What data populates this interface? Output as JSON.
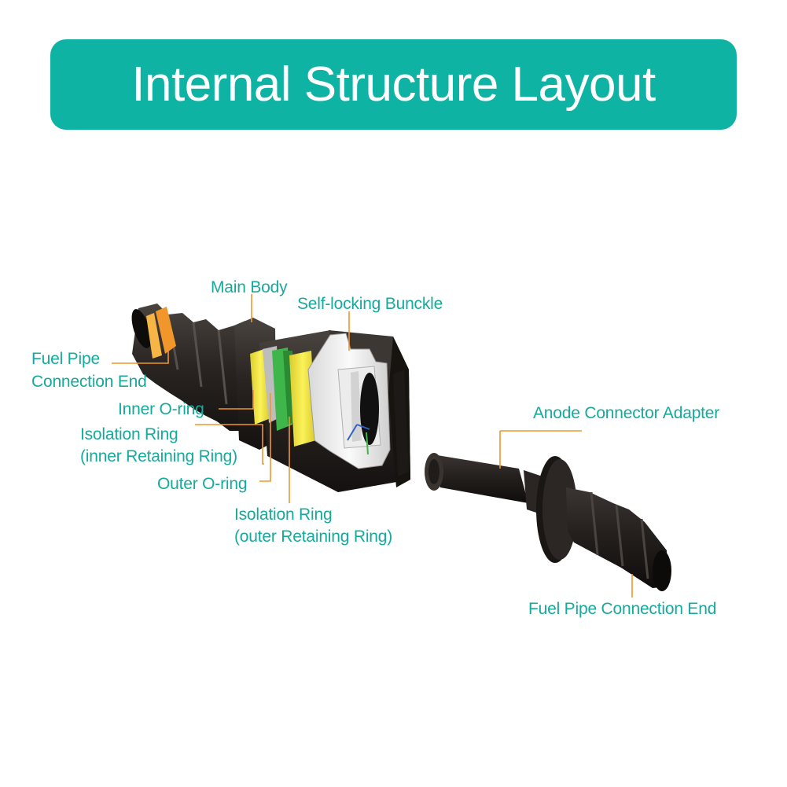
{
  "title": "Internal Structure Layout",
  "colors": {
    "accent": "#0fb3a3",
    "label_text": "#16aa9c",
    "leader_line": "#f0962b",
    "connector_body": "#2a2522",
    "o_ring": "#f4e94a",
    "isolation_ring": "#3fb64a",
    "buckle": "#f2f2f2"
  },
  "labels": {
    "main_body": "Main Body",
    "self_locking_buckle": "Self-locking Bunckle",
    "fuel_pipe_end_left": [
      "Fuel Pipe",
      "Connection End"
    ],
    "inner_o_ring": "Inner O-ring",
    "isolation_ring_inner": [
      "Isolation Ring",
      "(inner Retaining Ring)"
    ],
    "outer_o_ring": "Outer O-ring",
    "isolation_ring_outer": [
      "Isolation Ring",
      "(outer Retaining Ring)"
    ],
    "anode_adapter": "Anode Connector Adapter",
    "fuel_pipe_end_right": "Fuel Pipe Connection End"
  }
}
